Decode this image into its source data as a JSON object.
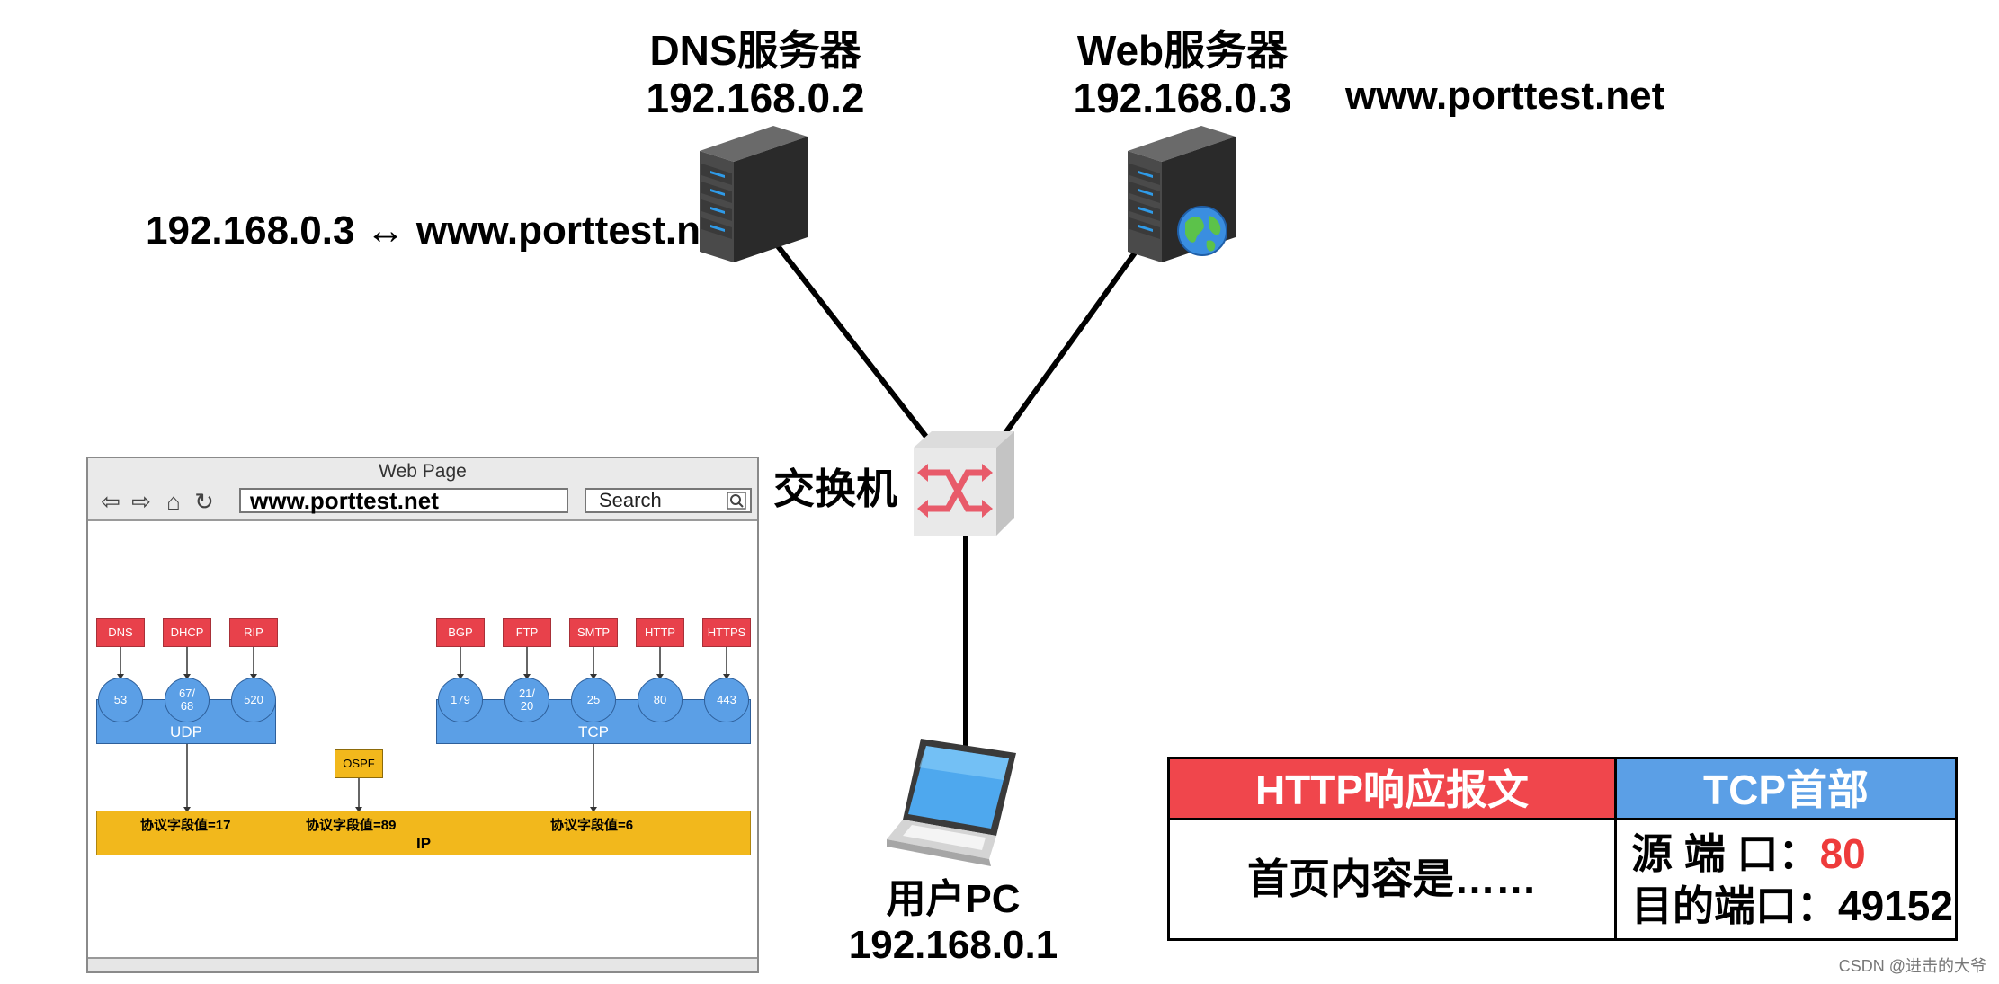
{
  "dns_server": {
    "name": "DNS服务器",
    "ip": "192.168.0.2",
    "record": "192.168.0.3 ↔ www.porttest.net"
  },
  "web_server": {
    "name": "Web服务器",
    "ip": "192.168.0.3",
    "domain": "www.porttest.net"
  },
  "switch": {
    "label": "交换机"
  },
  "user_pc": {
    "name": "用户PC",
    "ip": "192.168.0.1"
  },
  "browser": {
    "title": "Web Page",
    "url": "www.porttest.net",
    "search_label": "Search"
  },
  "protocol_diagram": {
    "udp_apps": [
      {
        "name": "DNS",
        "port": "53"
      },
      {
        "name": "DHCP",
        "port": "67/\n68"
      },
      {
        "name": "RIP",
        "port": "520"
      }
    ],
    "tcp_apps": [
      {
        "name": "BGP",
        "port": "179"
      },
      {
        "name": "FTP",
        "port": "21/\n20"
      },
      {
        "name": "SMTP",
        "port": "25"
      },
      {
        "name": "HTTP",
        "port": "80"
      },
      {
        "name": "HTTPS",
        "port": "443"
      }
    ],
    "udp_label": "UDP",
    "tcp_label": "TCP",
    "ospf_label": "OSPF",
    "ip_label": "IP",
    "field_udp": "协议字段值=17",
    "field_ospf": "协议字段值=89",
    "field_tcp": "协议字段值=6"
  },
  "packet_table": {
    "header_http": "HTTP响应报文",
    "header_tcp": "TCP首部",
    "http_content": "首页内容是……",
    "src_port_label": "源 端 口：",
    "src_port_value": "80",
    "dst_port_label": "目的端口：",
    "dst_port_value": "49152"
  },
  "colors": {
    "red_box": "#e8414b",
    "blue_port": "#5b9fe6",
    "ip_yellow": "#f2b81c",
    "switch_arrow": "#e85b6a"
  },
  "watermark": "CSDN @进击的大爷"
}
